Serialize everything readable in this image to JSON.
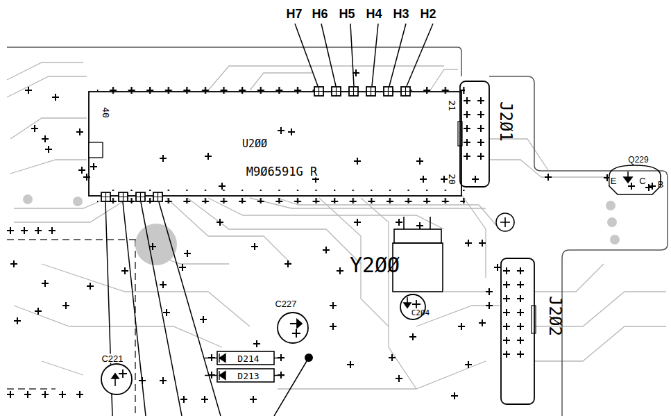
{
  "diagram": {
    "labels": [
      "H7",
      "H6",
      "H5",
      "H4",
      "H3",
      "H2",
      "40",
      "21",
      "20",
      "J2Ø1",
      "U2ØØ",
      "M9Ø6591G R",
      "Q229",
      "E",
      "C",
      "B",
      "Y2ØØ",
      "C227",
      "C2Ø4",
      "C221",
      "D214",
      "D213",
      "J2Ø2"
    ]
  }
}
